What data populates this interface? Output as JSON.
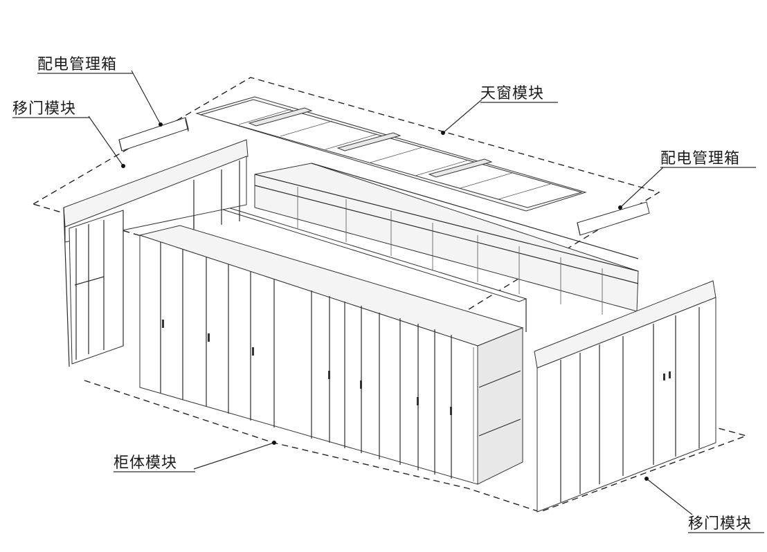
{
  "labels": {
    "pdu_left": "配电管理箱",
    "door_left": "移门模块",
    "skylight": "天窗模块",
    "pdu_right": "配电管理箱",
    "cabinet": "柜体模块",
    "door_right": "移门模块"
  },
  "icons": {
    "leader_dot": "dot"
  }
}
